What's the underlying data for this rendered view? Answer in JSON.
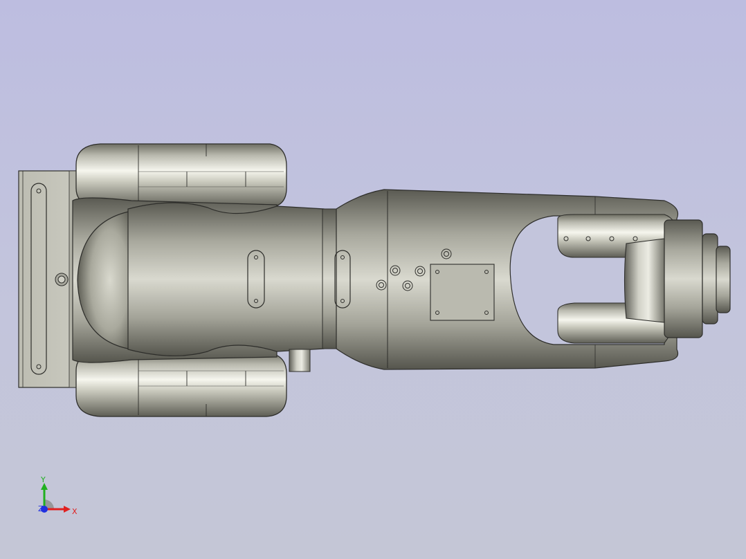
{
  "viewport": {
    "background_top": "#bdbde0",
    "background_bottom": "#c4c6d6",
    "model": "robot-arm-top-view"
  },
  "triad": {
    "x_label": "X",
    "y_label": "Y",
    "z_label": "Z",
    "x_color": "#e02020",
    "y_color": "#20b020",
    "z_color": "#2030e0"
  }
}
